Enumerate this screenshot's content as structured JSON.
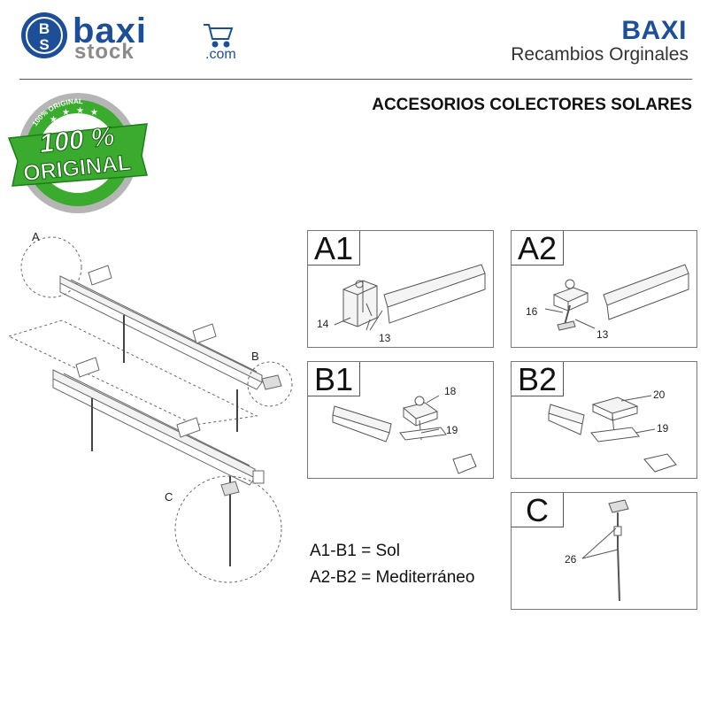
{
  "logo": {
    "badge_letters": [
      "B",
      "S"
    ],
    "word_top": "baxi",
    "word_bottom": "stock",
    "domain": ".com",
    "icon": "shopping-cart-icon"
  },
  "brand": "BAXI",
  "tagline": "Recambios Orginales",
  "section_title": "ACCESORIOS COLECTORES SOLARES",
  "seal": {
    "main_text": "100 %",
    "ribbon_text": "ORIGINAL",
    "ring_text": "100% ORIGINAL",
    "accent": "#3bab2f",
    "ring_color": "#9a9a9a"
  },
  "assembly": {
    "labels": [
      "A",
      "B",
      "C"
    ]
  },
  "panels": [
    {
      "code": "A1",
      "callouts": [
        "14",
        "13"
      ]
    },
    {
      "code": "A2",
      "callouts": [
        "16",
        "13"
      ]
    },
    {
      "code": "B1",
      "callouts": [
        "18",
        "19"
      ]
    },
    {
      "code": "B2",
      "callouts": [
        "20",
        "19"
      ]
    },
    {
      "code": "C",
      "callouts": [
        "26"
      ]
    }
  ],
  "legend": [
    "A1-B1 = Sol",
    "A2-B2 = Mediterráneo"
  ],
  "colors": {
    "brand_blue": "#1d4f99",
    "logo_gray": "#8a8a8a"
  }
}
